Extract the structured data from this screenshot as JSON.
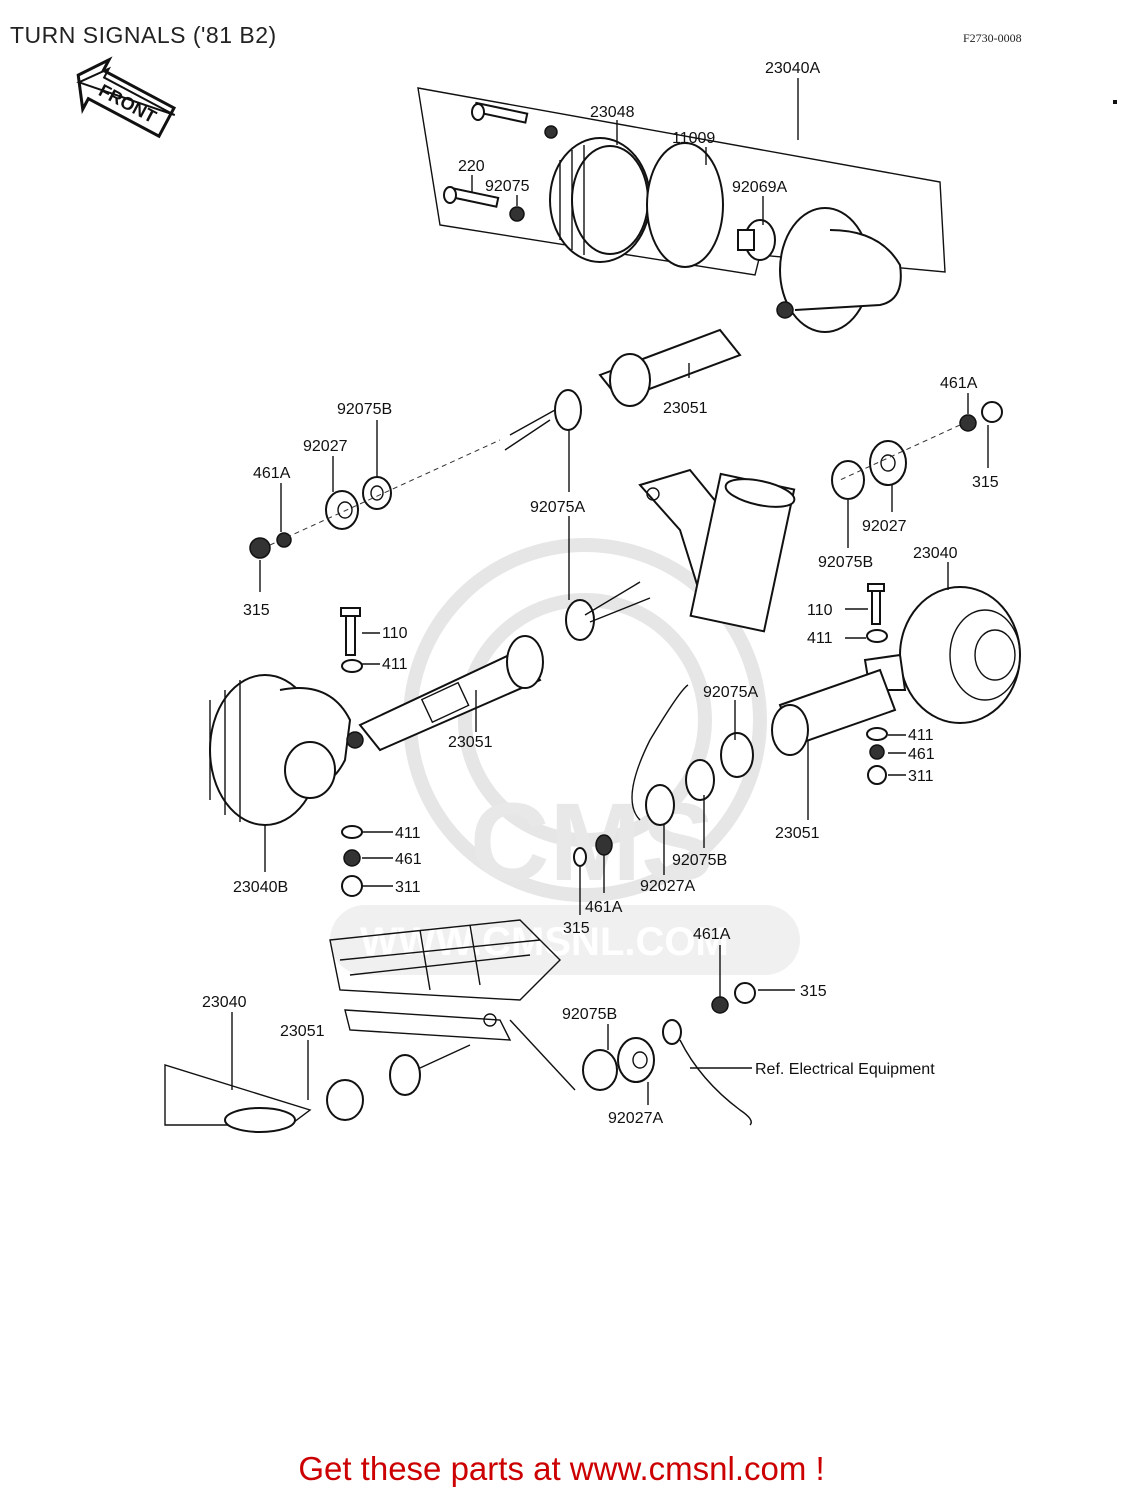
{
  "title": "TURN SIGNALS ('81 B2)",
  "diagram_code": "F2730-0008",
  "front_badge": "FRONT",
  "footer_text": "Get these parts at www.cmsnl.com !",
  "watermark": {
    "brand": "CMS",
    "url": "WWW.CMSNL.COM"
  },
  "colors": {
    "footer": "#cc0000",
    "line": "#111111",
    "watermark": "#e4e4e4"
  },
  "labels": {
    "l_23040A": "23040A",
    "l_23048": "23048",
    "l_11009": "11009",
    "l_220": "220",
    "l_92075": "92075",
    "l_92069A": "92069A",
    "l_23051_top": "23051",
    "l_461A_r1": "461A",
    "l_315_r1": "315",
    "l_92075B_l": "92075B",
    "l_92027_l": "92027",
    "l_461A_l": "461A",
    "l_315_l": "315",
    "l_92075A_c": "92075A",
    "l_92027_r": "92027",
    "l_92075B_r": "92075B",
    "l_23040_r": "23040",
    "l_110_l": "110",
    "l_411_l1": "411",
    "l_110_r": "110",
    "l_411_r1": "411",
    "l_23051_mid": "23051",
    "l_92075A_r": "92075A",
    "l_411_r2": "411",
    "l_461_r": "461",
    "l_311_r": "311",
    "l_23051_r": "23051",
    "l_411_l2": "411",
    "l_461_l": "461",
    "l_311_l": "311",
    "l_23040B": "23040B",
    "l_92075B_m": "92075B",
    "l_92027A_m": "92027A",
    "l_461A_m": "461A",
    "l_315_m": "315",
    "l_461A_b": "461A",
    "l_315_b": "315",
    "l_23040_b": "23040",
    "l_23051_b": "23051",
    "l_92075B_b": "92075B",
    "l_92027A_b": "92027A",
    "l_ref": "Ref.  Electrical Equipment"
  }
}
